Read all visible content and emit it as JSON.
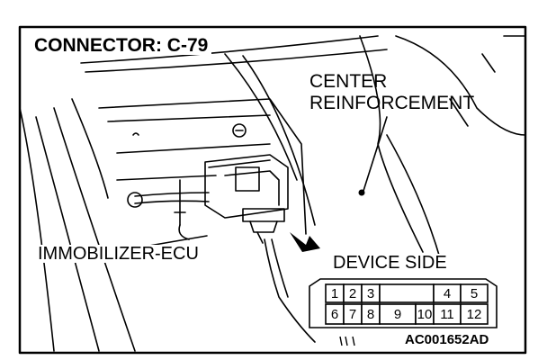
{
  "diagram": {
    "title": "CONNECTOR: C-79",
    "labels": {
      "center_line1": "CENTER",
      "center_line2": "REINFORCEMENT",
      "ecu": "IMMOBILIZER-ECU",
      "device_side": "DEVICE SIDE"
    },
    "figure_code": "AC001652AD",
    "connector_pins": {
      "top_row": [
        "1",
        "2",
        "3",
        "4",
        "5"
      ],
      "bottom_row": [
        "6",
        "7",
        "8",
        "9",
        "10",
        "11",
        "12"
      ]
    }
  },
  "colors": {
    "line": "#000000",
    "background": "#ffffff"
  }
}
